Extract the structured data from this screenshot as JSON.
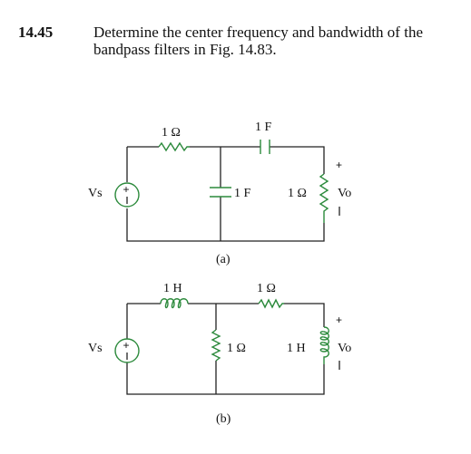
{
  "problem": {
    "number": "14.45",
    "text": "Determine the center frequency and bandwidth of the bandpass filters in Fig. 14.83."
  },
  "circuit_a": {
    "caption": "(a)",
    "r_series": "1 Ω",
    "c_series": "1 F",
    "c_shunt": "1 F",
    "r_load": "1 Ω",
    "source": "Vs",
    "output": "Vo"
  },
  "circuit_b": {
    "caption": "(b)",
    "l_series": "1 H",
    "r_series": "1 Ω",
    "r_shunt": "1 Ω",
    "l_load": "1 H",
    "source": "Vs",
    "output": "Vo"
  },
  "colors": {
    "wire": "#222222",
    "component": "#2c8a3c",
    "text": "#111111"
  }
}
